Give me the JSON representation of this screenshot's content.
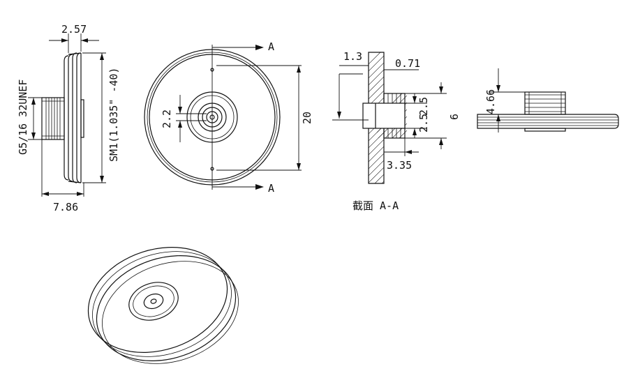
{
  "dimensions": {
    "side_width": "2.57",
    "total_length": "7.86",
    "thread_spec": "G5/16 32UNEF",
    "sm_thread": "SM1(1.035\" -40)",
    "hole_dia": "2.2",
    "outer_dia": "20",
    "section_flange": "1.3",
    "section_depth": "0.71",
    "section_inner": "2.5",
    "section_thread": "6",
    "section_len": "3.35",
    "right_height": "4.66"
  },
  "section": {
    "marker_top": "A",
    "marker_bottom": "A",
    "caption": "截面 A-A"
  }
}
